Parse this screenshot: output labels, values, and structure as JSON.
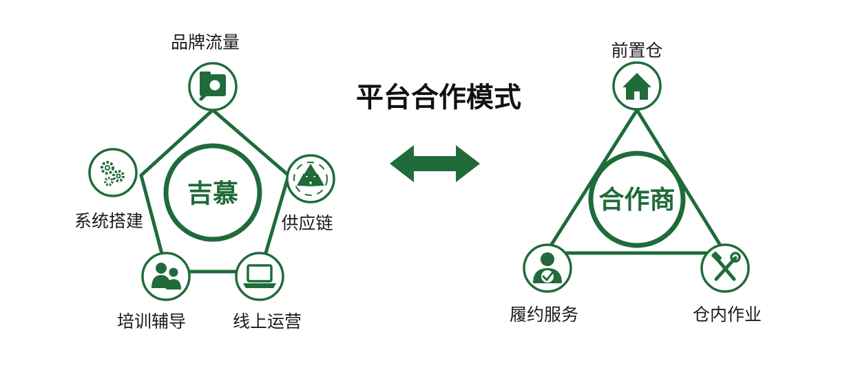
{
  "title": "平台合作模式",
  "colors": {
    "green": "#1f6b3a",
    "text": "#1a1a1a",
    "background": "#ffffff"
  },
  "left_group": {
    "center": "吉慕",
    "nodes": [
      {
        "label": "品牌流量",
        "icon": "folder-search-icon"
      },
      {
        "label": "供应链",
        "icon": "recycle-icon"
      },
      {
        "label": "线上运营",
        "icon": "laptop-icon"
      },
      {
        "label": "培训辅导",
        "icon": "people-icon"
      },
      {
        "label": "系统搭建",
        "icon": "gears-icon"
      }
    ]
  },
  "right_group": {
    "center": "合作商",
    "nodes": [
      {
        "label": "前置仓",
        "icon": "house-icon"
      },
      {
        "label": "仓内作业",
        "icon": "tools-icon"
      },
      {
        "label": "履约服务",
        "icon": "user-check-icon"
      }
    ]
  },
  "connector": {
    "icon": "double-arrow-icon"
  }
}
